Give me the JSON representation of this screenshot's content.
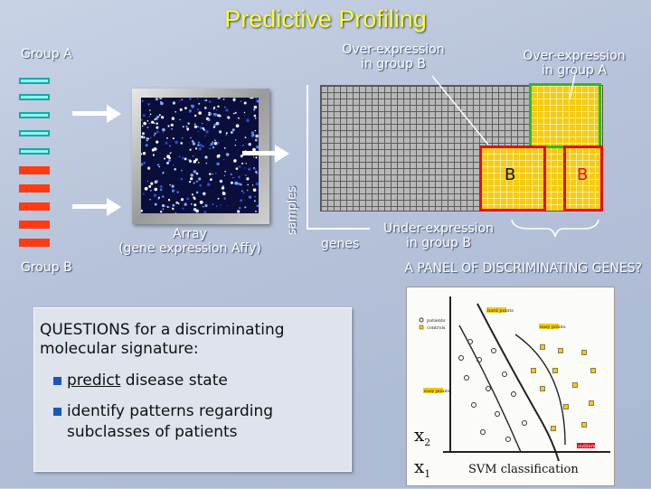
{
  "title": "Predictive Profiling",
  "labels": {
    "group_a": "Group A",
    "group_b": "Group B",
    "over_b": [
      "Over-expression",
      "in group B"
    ],
    "over_a": [
      "Over-expression",
      "in group A"
    ],
    "under_b": [
      "Under-expression",
      "in group B"
    ],
    "array": [
      "Array",
      "(gene expression Affy)"
    ],
    "samples": "samples",
    "genes": "genes",
    "b_left": "B",
    "b_right": "B",
    "panel_question": "A PANEL OF DISCRIMINATING GENES?"
  },
  "questions": {
    "heading": [
      "QUESTIONS for a  discriminating",
      "molecular signature:"
    ],
    "items": [
      {
        "lead": "predict",
        "rest": " disease state"
      },
      {
        "lead": "identify patterns regarding",
        "rest": ""
      }
    ],
    "continuation": "subclasses of patients"
  },
  "svm": {
    "title": "SVM classification",
    "x1": "x",
    "x1_sub": "1",
    "x2": "x",
    "x2_sub": "2",
    "legend": [
      "patients",
      "controls"
    ],
    "tags": [
      "hard points",
      "easy points",
      "easy points",
      "outliers"
    ]
  },
  "colors": {
    "title": "#ffff33",
    "group_a_bar": "#8ef4f0",
    "group_b_bar": "#ff3b14",
    "highlight_red": "#e0101a",
    "highlight_green": "#2cb82c",
    "highlight_yellow": "#f4cc10"
  }
}
